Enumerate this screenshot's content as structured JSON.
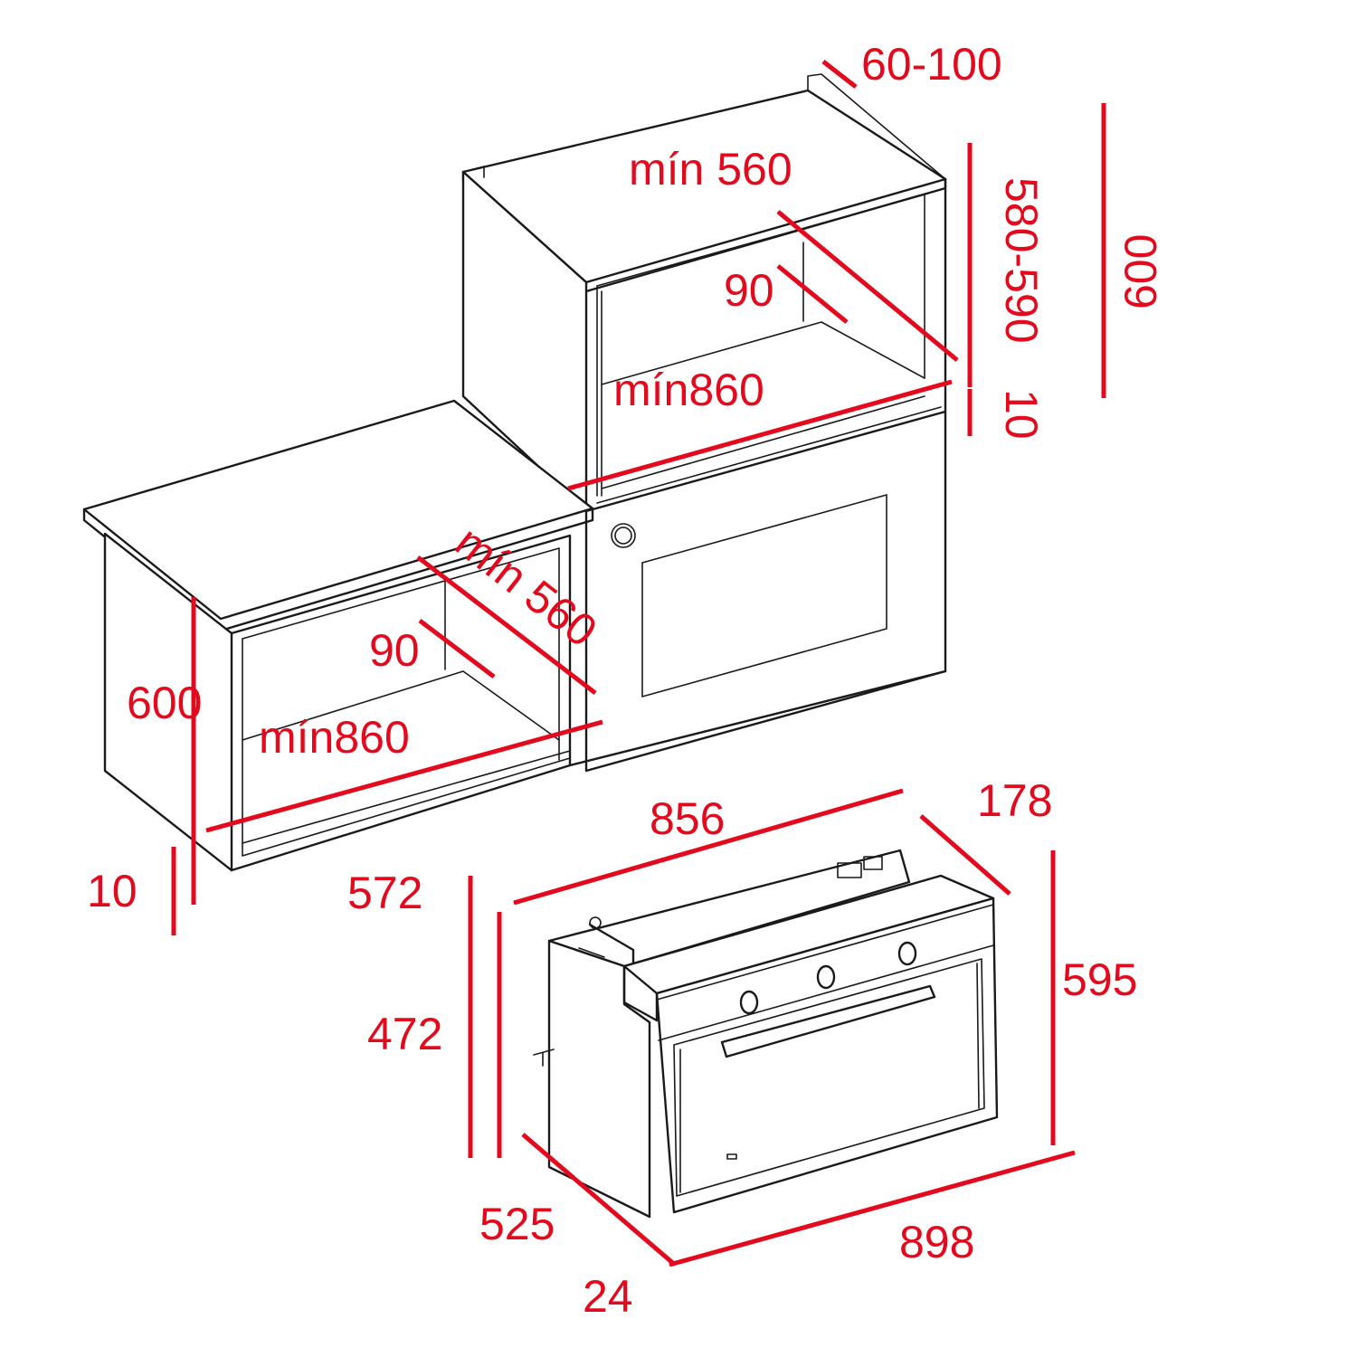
{
  "accent_color": "#e30a1e",
  "line_color": "#1a1a1a",
  "tall_cabinet": {
    "depth_gap": "60-100",
    "min_width_top": "mín 560",
    "depth_90": "90",
    "min_height": "mín860",
    "niche_height": "580-590",
    "total_height": "600",
    "bottom_gap": "10"
  },
  "base_cabinet": {
    "min_width": "mín 560",
    "depth_90": "90",
    "min_height": "mín860",
    "height": "600",
    "bottom_gap": "10"
  },
  "oven": {
    "width_inner": "856",
    "depth_panel": "178",
    "depth_total": "572",
    "height_body": "472",
    "height_total": "595",
    "depth_body": "525",
    "width_total": "898",
    "panel_thickness": "24"
  }
}
